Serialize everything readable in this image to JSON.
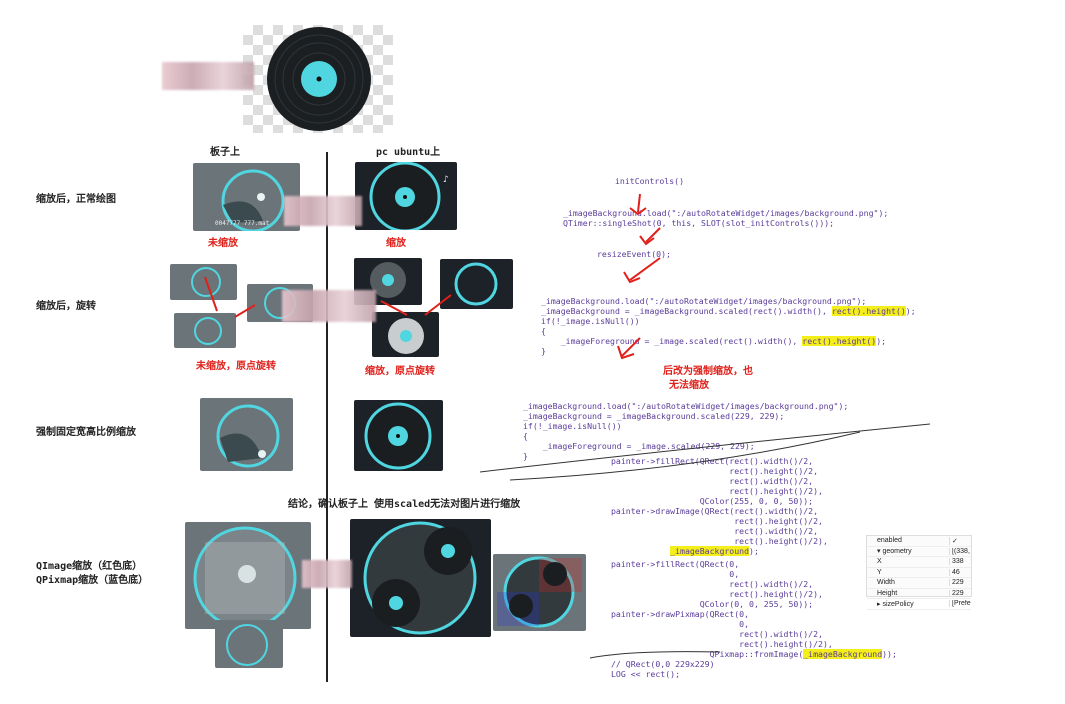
{
  "headers": {
    "board": "板子上",
    "pc": "pc ubuntu上"
  },
  "rows": {
    "row1": "缩放后，正常绘图",
    "row2": "缩放后，旋转",
    "row3": "强制固定宽高比例缩放",
    "row4a": "QImage缩放（红色底）",
    "row4b": "QPixmap缩放（蓝色底）"
  },
  "captions": {
    "unscaled": "未缩放",
    "scaled": "缩放",
    "unscaled_origin": "未缩放，原点旋转",
    "scaled_origin": "缩放，原点旋转",
    "forced": "后改为强制缩放，也",
    "forced2": "无法缩放",
    "thumb_text": "0047777 777.mat"
  },
  "conclusion": "结论，确认板子上 使用scaled无法对图片进行缩放",
  "code": {
    "init": "initControls()",
    "b1l1": "_imageBackground.load(\":/autoRotateWidget/images/background.png\");",
    "b1l2": "QTimer::singleShot(0, this, SLOT(slot_initControls()));",
    "resize": "resizeEvent(0);",
    "b2l1": "_imageBackground.load(\":/autoRotateWidget/images/background.png\");",
    "b2l2a": "_imageBackground = _imageBackground.scaled(rect().width(), ",
    "b2l2b": "rect().height()",
    "b2l2c": ");",
    "b2l3": "if(!_image.isNull())",
    "b2l4": "{",
    "b2l5a": "    _imageForeground = _image.scaled(rect().width(), ",
    "b2l5b": "rect().height()",
    "b2l5c": ");",
    "b2l6": "}",
    "b3l1": "_imageBackground.load(\":/autoRotateWidget/images/background.png\");",
    "b3l2": "_imageBackground = _imageBackground.scaled(229, 229);",
    "b3l3": "if(!_image.isNull())",
    "b3l4": "{",
    "b3l5": "    _imageForeground = _image.scaled(229, 229);",
    "b3l6": "}",
    "p1": "painter->fillRect(QRect(rect().width()/2,\n                        rect().height()/2,\n                        rect().width()/2,\n                        rect().height()/2),\n                  QColor(255, 0, 0, 50));\npainter->drawImage(QRect(rect().width()/2,\n                         rect().height()/2,\n                         rect().width()/2,\n                         rect().height()/2),",
    "p1hl": "_imageBackground",
    "p1end": ");",
    "p2": "painter->fillRect(QRect(0,\n                        0,\n                        rect().width()/2,\n                        rect().height()/2),\n                  QColor(0, 0, 255, 50));\npainter->drawPixmap(QRect(0,\n                          0,\n                          rect().width()/2,\n                          rect().height()/2),\n                    QPixmap::fromImage(",
    "p2hl": "_imageBackground",
    "p2end": "));\n// QRect(0,0 229x229)\nLOG << rect();"
  },
  "properties": [
    {
      "k": "enabled",
      "v": "✓"
    },
    {
      "k": "▾ geometry",
      "v": "[(338, 4"
    },
    {
      "k": "X",
      "v": "338"
    },
    {
      "k": "Y",
      "v": "46"
    },
    {
      "k": "Width",
      "v": "229"
    },
    {
      "k": "Height",
      "v": "229"
    },
    {
      "k": "▸ sizePolicy",
      "v": "[Prefer"
    }
  ],
  "colors": {
    "accent": "#4fd6e0",
    "red": "#e0201a",
    "highlight": "#f4ee1a",
    "code": "#5a3c9a"
  }
}
